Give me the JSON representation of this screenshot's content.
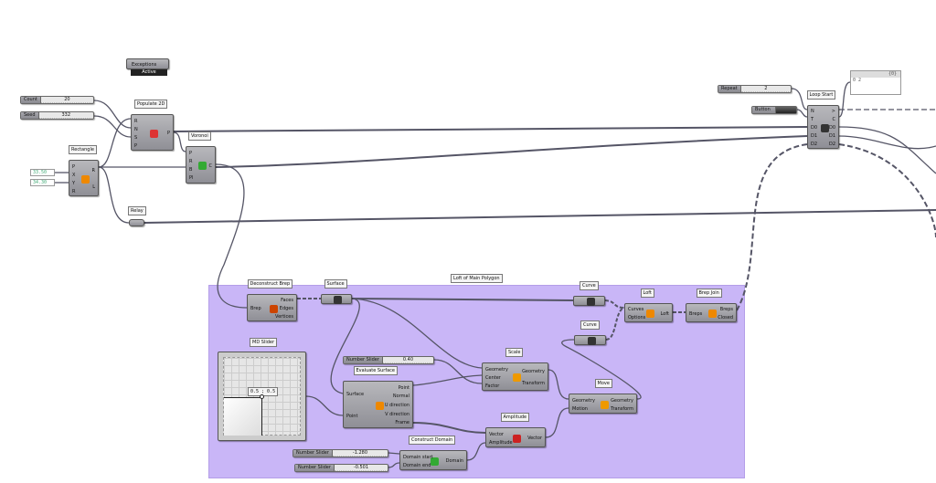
{
  "canvas": {
    "group_color": "#c9b6f7",
    "wire_color": "#555566"
  },
  "exceptions": {
    "label": "Exceptions",
    "status": "Active"
  },
  "sliders": {
    "count": {
      "name": "Count",
      "value": "20"
    },
    "seed": {
      "name": "Seed",
      "value": "332"
    },
    "repeat": {
      "name": "Repeat",
      "value": "2"
    },
    "scale_factor": {
      "name": "Number Slider",
      "value": "0.40"
    },
    "domain_start": {
      "name": "Number Slider",
      "value": "-1.280"
    },
    "domain_end": {
      "name": "Number Slider",
      "value": "-0.501"
    }
  },
  "button": {
    "name": "Button"
  },
  "panels": {
    "x": "33.50",
    "y": "34.30",
    "output_header": "{0}",
    "output_index": "0",
    "output_value": "2"
  },
  "components": {
    "populate": {
      "title": "Populate 2D",
      "inputs": [
        "R",
        "N",
        "S",
        "P"
      ],
      "outputs": [
        "P"
      ]
    },
    "rectangle": {
      "title": "Rectangle",
      "inputs": [
        "P",
        "X",
        "Y",
        "R"
      ],
      "outputs": [
        "R",
        "L"
      ]
    },
    "voronoi": {
      "title": "Voronoi",
      "inputs": [
        "P",
        "R",
        "B",
        "Pl"
      ],
      "outputs": [
        "C"
      ]
    },
    "relay": {
      "title": "Relay"
    },
    "loop_start": {
      "title": "Loop Start",
      "inputs": [
        "N",
        "T",
        "D0",
        "D1",
        "D2"
      ],
      "outputs": [
        ">",
        "C",
        "D0",
        "D1",
        "D2"
      ]
    },
    "deconstruct": {
      "title": "Deconstruct Brep",
      "inputs": [
        "Brep"
      ],
      "outputs": [
        "Faces",
        "Edges",
        "Vertices"
      ]
    },
    "surface": {
      "title": "Surface"
    },
    "md_slider": {
      "title": "MD Slider",
      "value": "0.5 ; 0.5"
    },
    "evaluate": {
      "title": "Evaluate Surface",
      "inputs": [
        "Surface",
        "Point"
      ],
      "outputs": [
        "Point",
        "Normal",
        "U direction",
        "V direction",
        "Frame"
      ]
    },
    "scale": {
      "title": "Scale",
      "inputs": [
        "Geometry",
        "Center",
        "Factor"
      ],
      "outputs": [
        "Geometry",
        "Transform"
      ]
    },
    "curve1": {
      "title": "Curve"
    },
    "curve2": {
      "title": "Curve"
    },
    "loft": {
      "title": "Loft",
      "inputs": [
        "Curves",
        "Options"
      ],
      "outputs": [
        "Loft"
      ]
    },
    "brep_join": {
      "title": "Brep Join",
      "inputs": [
        "Breps"
      ],
      "outputs": [
        "Breps",
        "Closed"
      ]
    },
    "move": {
      "title": "Move",
      "inputs": [
        "Geometry",
        "Motion"
      ],
      "outputs": [
        "Geometry",
        "Transform"
      ]
    },
    "amplitude": {
      "title": "Amplitude",
      "inputs": [
        "Vector",
        "Amplitude"
      ],
      "outputs": [
        "Vector"
      ]
    },
    "construct_domain": {
      "title": "Construct Domain",
      "inputs": [
        "Domain start",
        "Domain end"
      ],
      "outputs": [
        "Domain"
      ]
    }
  },
  "group": {
    "title": "Loft of Main Polygon"
  }
}
